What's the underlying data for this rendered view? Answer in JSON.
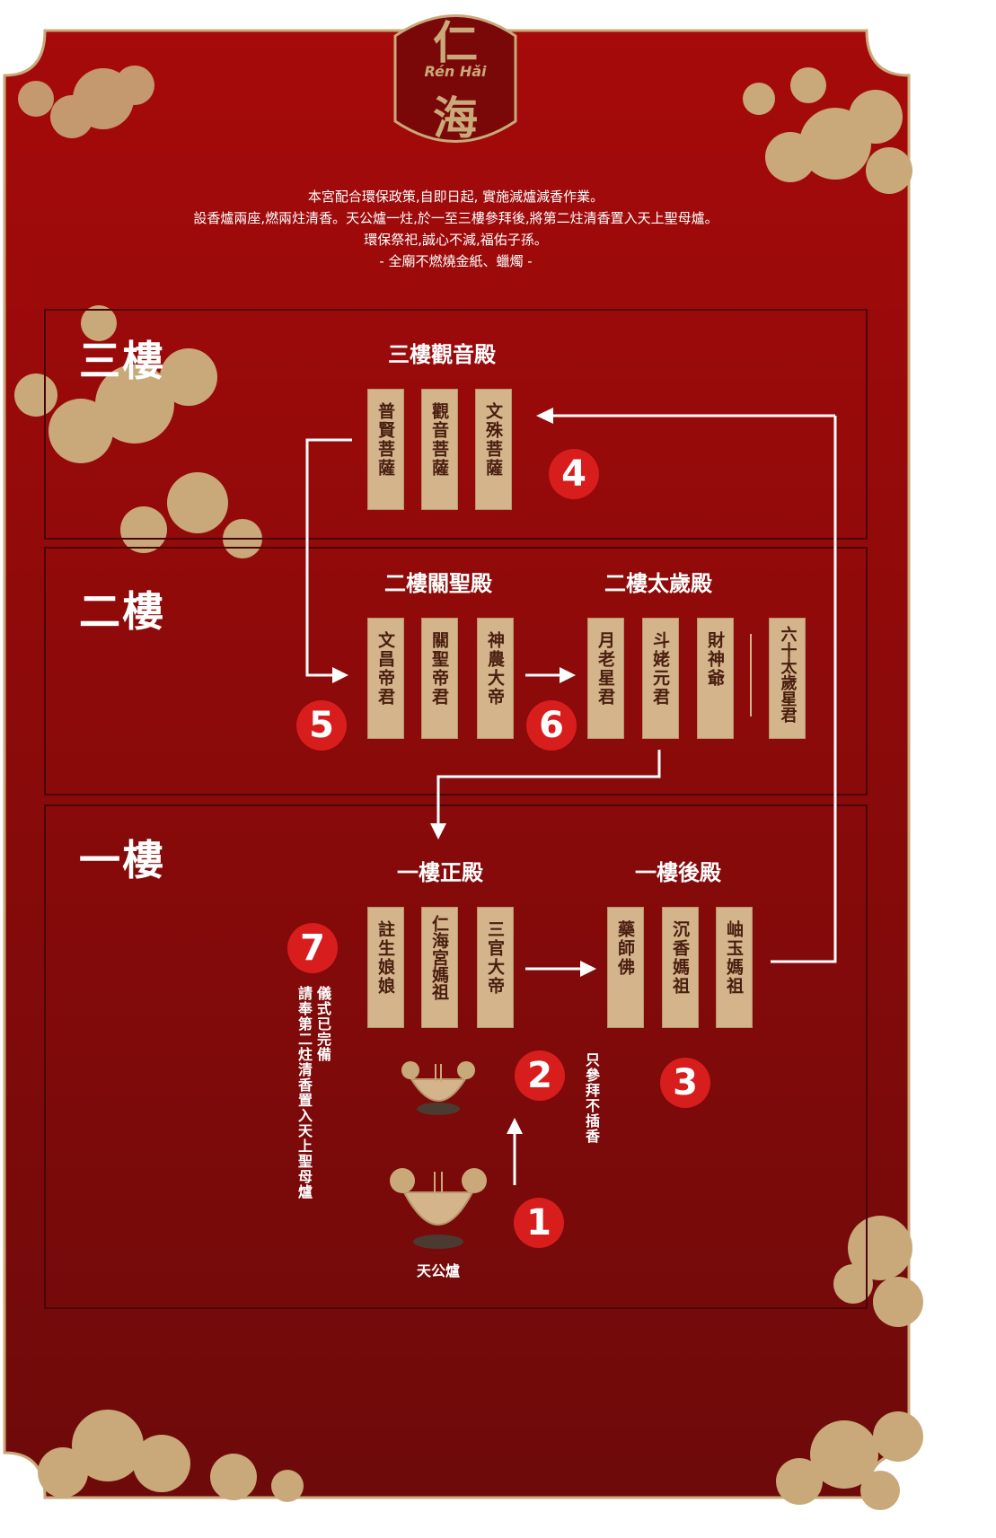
{
  "colors": {
    "background_top": "#a10a0a",
    "background_bottom": "#6e0a0a",
    "gold": "#c9a97a",
    "plaque": "#d4b48a",
    "step_badge": "#d81d1d",
    "text": "#ffffff"
  },
  "logo": {
    "hanzi_top": "仁",
    "romanization": "Rén Hǎi",
    "hanzi_bottom": "海"
  },
  "notice": [
    "本宮配合環保政策,自即日起, 實施減爐減香作業。",
    "設香爐兩座,燃兩炷清香。天公爐一炷,於一至三樓參拜後,將第二炷清香置入天上聖母爐。",
    "環保祭祀,誠心不減,福佑子孫。",
    "- 全廟不燃燒金紙、蠟燭 -"
  ],
  "floors": {
    "third": {
      "label": "三樓",
      "hall": "三樓觀音殿",
      "deities": [
        "普賢菩薩",
        "觀音菩薩",
        "文殊菩薩"
      ]
    },
    "second": {
      "label": "二樓",
      "hall_left": "二樓關聖殿",
      "hall_right": "二樓太歲殿",
      "deities_left": [
        "文昌帝君",
        "關聖帝君",
        "神農大帝"
      ],
      "deities_right": [
        "月老星君",
        "斗姥元君",
        "財神爺",
        "六十太歲星君"
      ]
    },
    "first": {
      "label": "一樓",
      "hall_left": "一樓正殿",
      "hall_right": "一樓後殿",
      "deities_left": [
        "註生娘娘",
        "仁海宮媽祖",
        "三官大帝"
      ],
      "deities_right": [
        "藥師佛",
        "沉香媽祖",
        "岫玉媽祖"
      ]
    }
  },
  "steps": [
    "1",
    "2",
    "3",
    "4",
    "5",
    "6",
    "7"
  ],
  "notes": {
    "step2": "只參拜不插香",
    "step7_line1": "儀式已完備",
    "step7_line2": "請奉第二炷清香置入天上聖母爐",
    "burner_label": "天公爐"
  },
  "icons": [
    "logo-seal-icon",
    "cloud-icon",
    "incense-burner-icon",
    "arrow-icon"
  ]
}
